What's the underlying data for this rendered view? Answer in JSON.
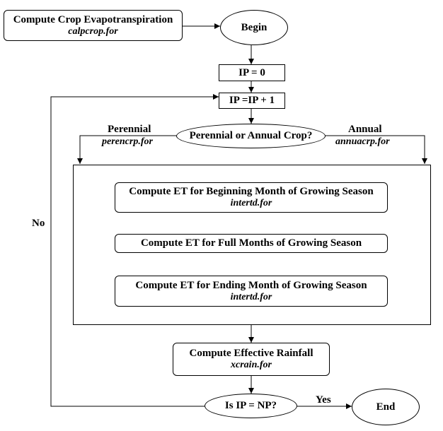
{
  "nodes": {
    "calpcrop": {
      "title": "Compute Crop Evapotranspiration",
      "file": "calpcrop.for"
    },
    "begin": {
      "title": "Begin"
    },
    "ip_init": {
      "title": "IP = 0"
    },
    "ip_inc": {
      "title": "IP =IP + 1"
    },
    "decision_crop": {
      "title": "Perennial or Annual Crop?"
    },
    "et_beginning": {
      "title": "Compute ET for Beginning Month of Growing Season",
      "file": "intertd.for"
    },
    "et_full": {
      "title": "Compute ET for Full Months of Growing Season"
    },
    "et_ending": {
      "title": "Compute ET for Ending Month of Growing Season",
      "file": "intertd.for"
    },
    "rainfall": {
      "title": "Compute Effective Rainfall",
      "file": "xcrain.for"
    },
    "decision_ip": {
      "title": "Is IP = NP?"
    },
    "end": {
      "title": "End"
    }
  },
  "edge_labels": {
    "perennial": "Perennial",
    "perennial_file": "perencrp.for",
    "annual": "Annual",
    "annual_file": "annuacrp.for",
    "no": "No",
    "yes": "Yes"
  }
}
